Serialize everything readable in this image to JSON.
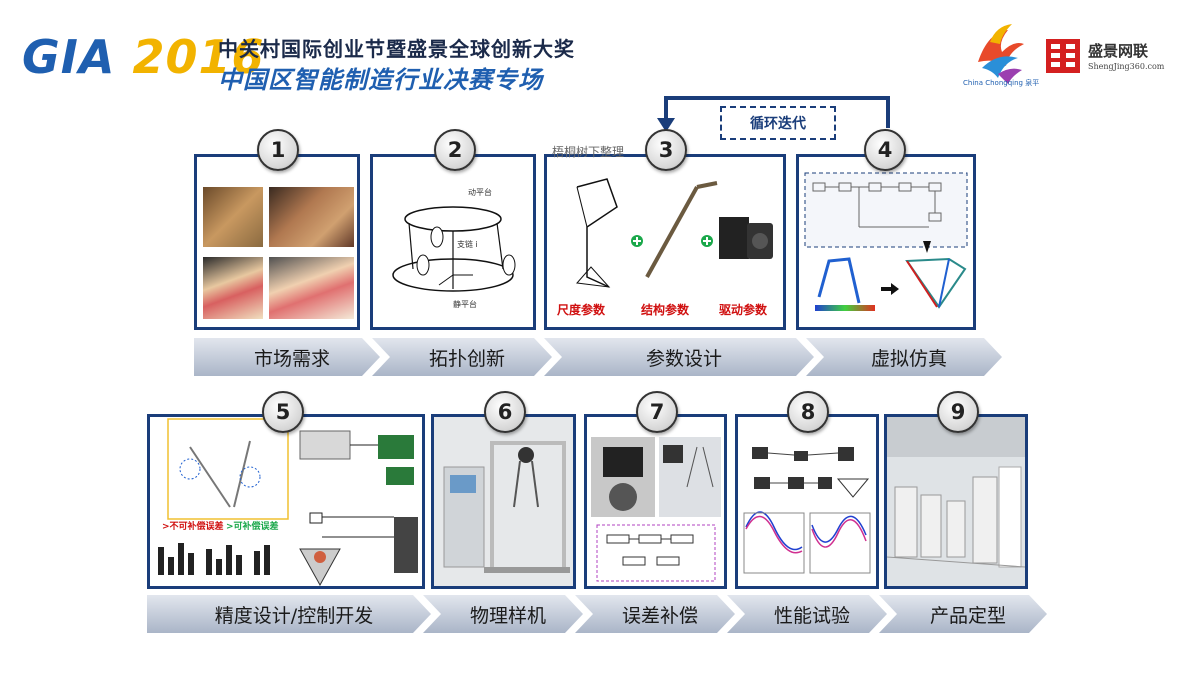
{
  "header": {
    "logo_left": "GIA",
    "logo_year": "2016",
    "line1": "中关村国际创业节暨盛景全球创新大奖",
    "line2": "中国区智能制造行业决赛专场",
    "logo_right1_text": "China Chongqing 泉平",
    "logo_right2_name": "盛景网联",
    "logo_right2_url": "ShengJing360.com"
  },
  "feedback": {
    "label": "循环迭代"
  },
  "overlay_text": "梧桐树下整理",
  "steps": [
    {
      "num": "1",
      "label": "市场需求"
    },
    {
      "num": "2",
      "label": "拓扑创新"
    },
    {
      "num": "3",
      "label": "参数设计"
    },
    {
      "num": "4",
      "label": "虚拟仿真"
    },
    {
      "num": "5",
      "label": "精度设计/控制开发"
    },
    {
      "num": "6",
      "label": "物理样机"
    },
    {
      "num": "7",
      "label": "误差补偿"
    },
    {
      "num": "8",
      "label": "性能试验"
    },
    {
      "num": "9",
      "label": "产品定型"
    }
  ],
  "card2": {
    "top_platform": "动平台",
    "bottom_platform": "静平台",
    "branch": "支链 i"
  },
  "card3": {
    "param1": "尺度参数",
    "param2": "结构参数",
    "param3": "驱动参数"
  },
  "card5": {
    "err1": ">不可补偿误差",
    "err2": ">可补偿误差"
  },
  "colors": {
    "frame": "#1a3d7a",
    "chevron_top": "#e2e6ee",
    "chevron_bottom": "#aab5c8",
    "accent_red": "#d01010",
    "plus_green": "#1aa84a"
  }
}
